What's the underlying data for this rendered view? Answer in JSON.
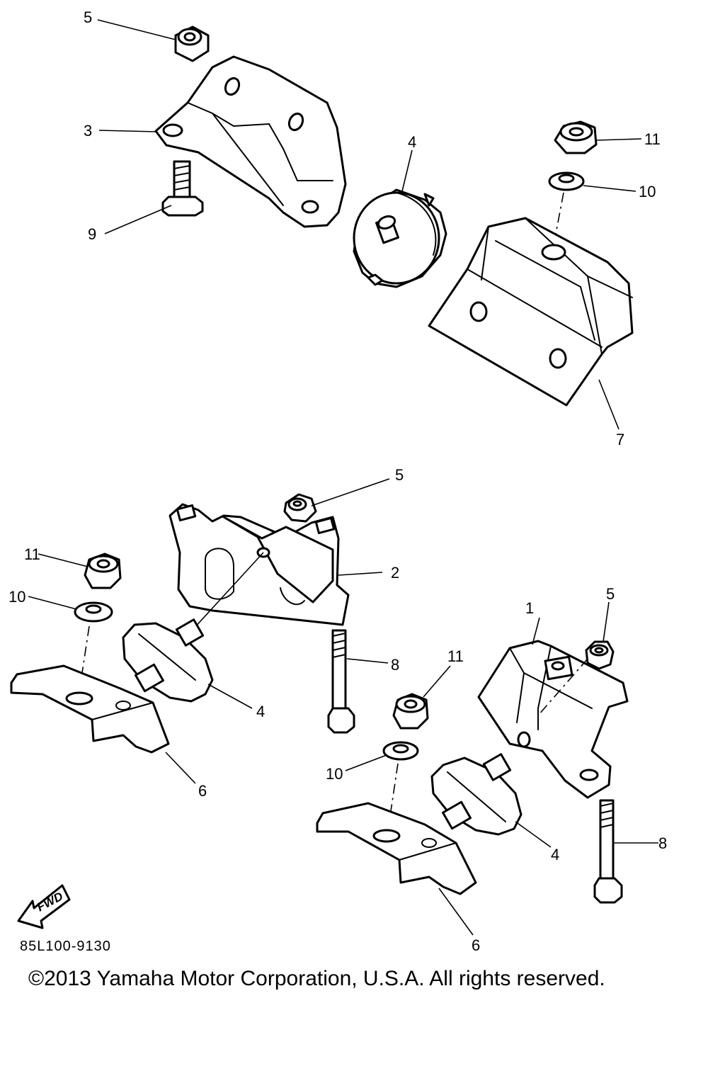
{
  "callouts": {
    "c1": "1",
    "c2": "2",
    "c3": "3",
    "c4a": "4",
    "c4b": "4",
    "c4c": "4",
    "c5a": "5",
    "c5b": "5",
    "c5c": "5",
    "c6a": "6",
    "c6b": "6",
    "c7": "7",
    "c8a": "8",
    "c8b": "8",
    "c9": "9",
    "c10a": "10",
    "c10b": "10",
    "c10c": "10",
    "c11a": "11",
    "c11b": "11",
    "c11c": "11"
  },
  "fwd_label": "FWD",
  "diagram_code": "85L100-9130",
  "copyright": "©2013 Yamaha Motor Corporation, U.S.A. All rights reserved."
}
